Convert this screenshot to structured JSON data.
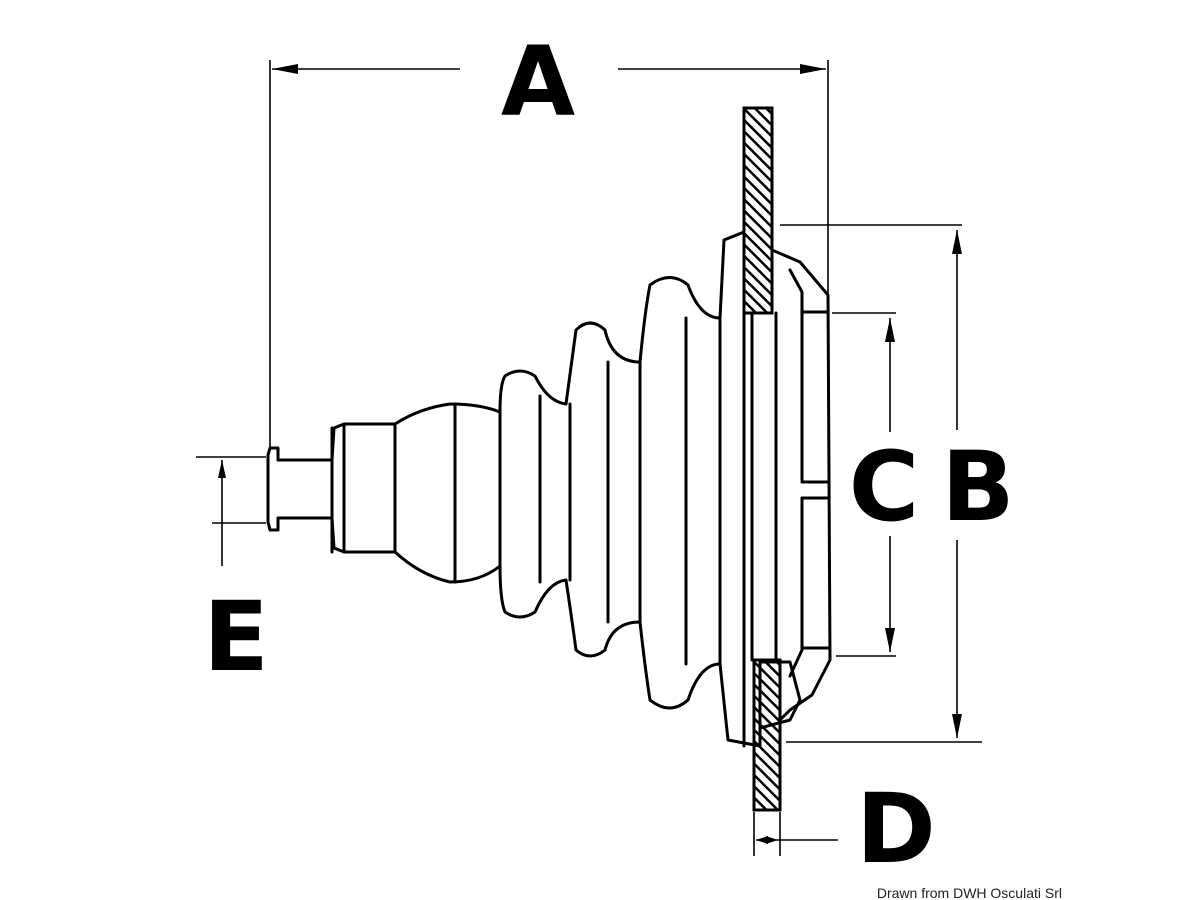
{
  "labels": {
    "a": "A",
    "b": "B",
    "c": "C",
    "d": "D",
    "e": "E"
  },
  "credit": "Drawn from DWH Osculati Srl"
}
